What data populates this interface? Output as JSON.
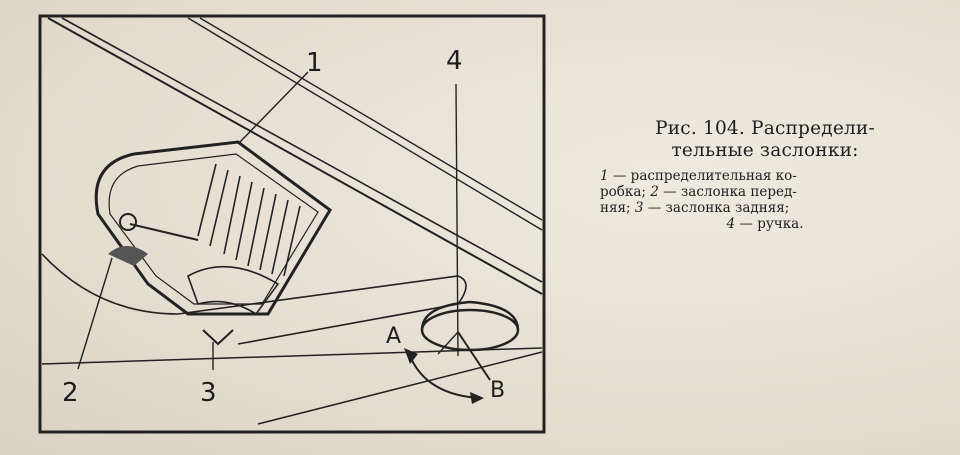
{
  "figure": {
    "callouts": {
      "c1": "1",
      "c2": "2",
      "c3": "3",
      "c4": "4",
      "A": "A",
      "B": "B"
    }
  },
  "caption": {
    "title_line1": "Рис.  104.  Распредели-",
    "title_line2": "тельные заслонки:",
    "legend": {
      "n1": "1",
      "t1a": " — распределительная      ко-",
      "t1b": "робка; ",
      "n2": "2",
      "t2": " — заслонка   перед-",
      "t2b": "няя; ",
      "n3": "3",
      "t3": " — заслонка     задняя;",
      "n4": "4",
      "t4": " — ручка."
    }
  }
}
